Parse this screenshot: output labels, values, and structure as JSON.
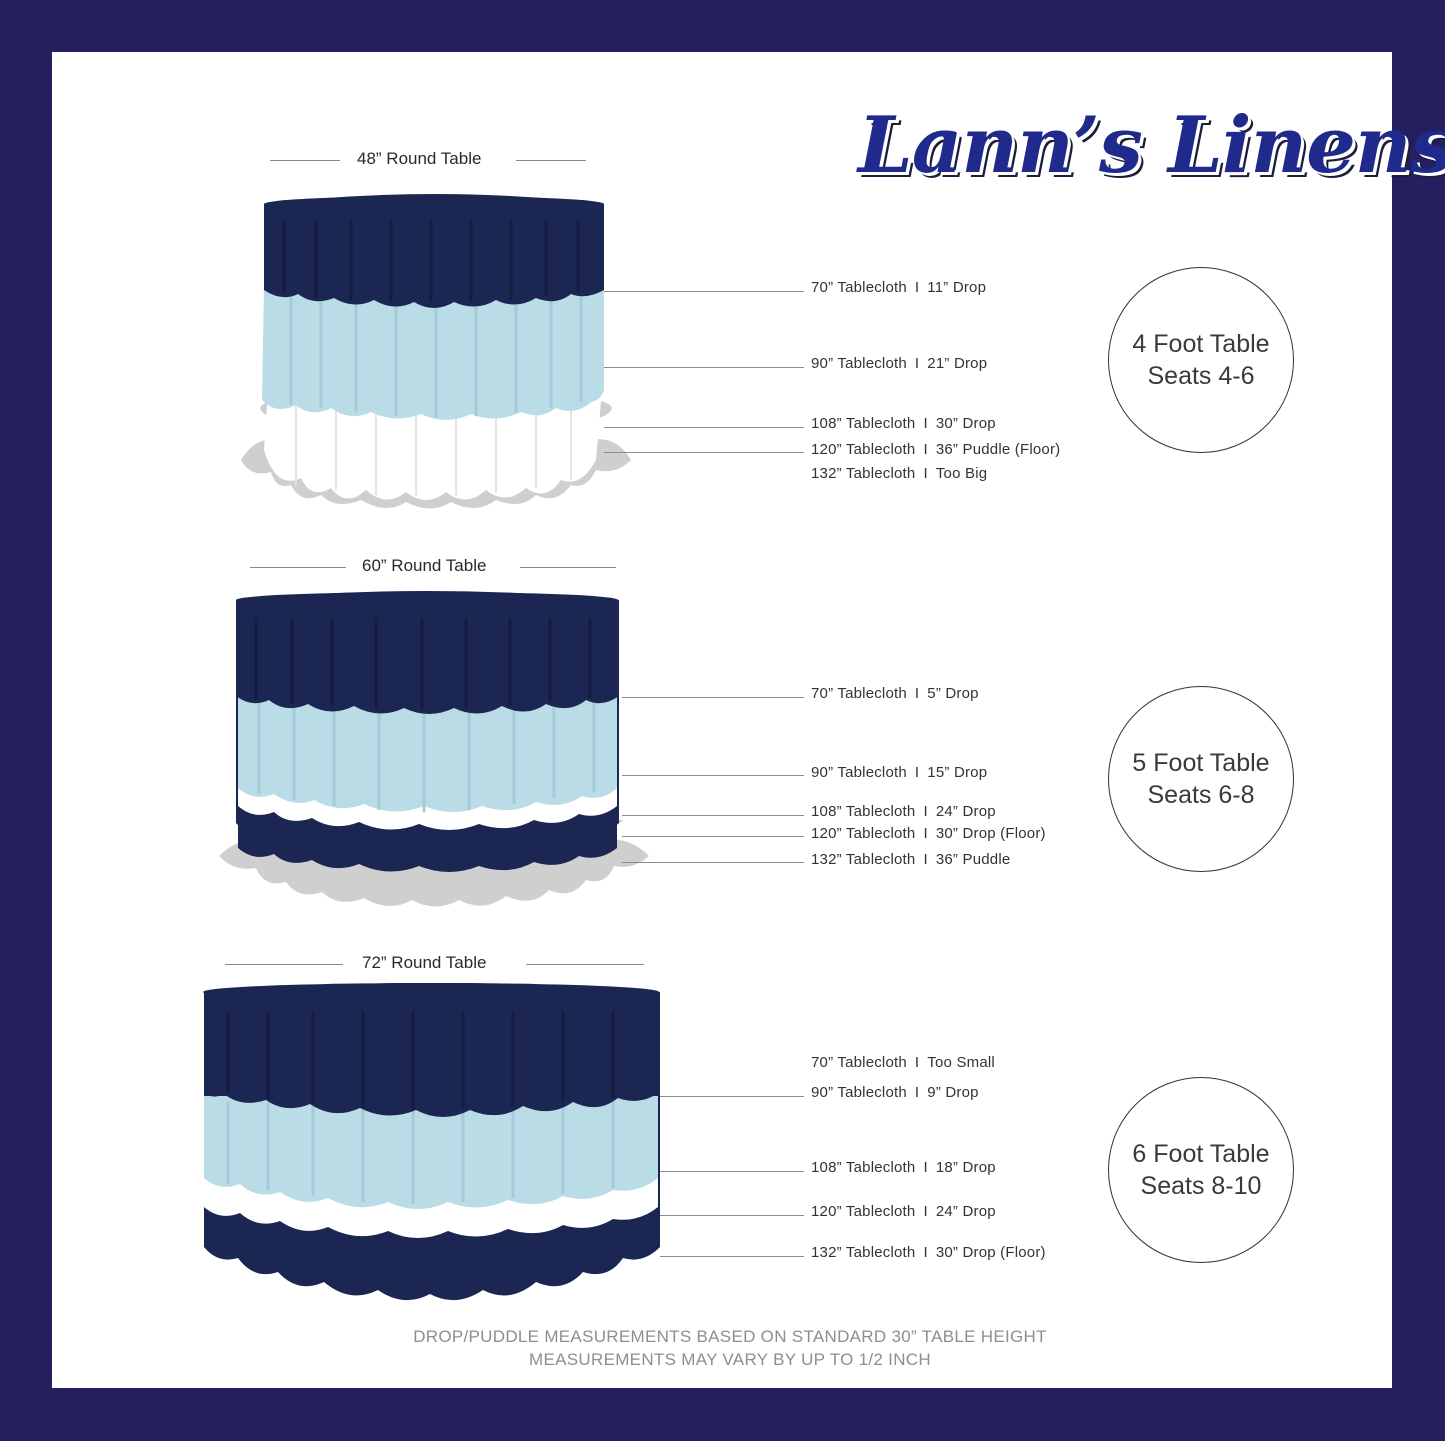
{
  "brand": {
    "name": "Lann’s Linens"
  },
  "colors": {
    "navy": "#1c2653",
    "light_blue": "#b9dce6",
    "white": "#ffffff",
    "puddle_gray": "#cfcfcf",
    "border": "#24205f"
  },
  "tables": [
    {
      "title": "48” Round Table",
      "badge": {
        "line1": "4 Foot Table",
        "line2": "Seats 4-6"
      },
      "options": [
        {
          "size": "70” Tablecloth",
          "fit": "11” Drop"
        },
        {
          "size": "90” Tablecloth",
          "fit": "21” Drop"
        },
        {
          "size": "108” Tablecloth",
          "fit": "30” Drop"
        },
        {
          "size": "120” Tablecloth",
          "fit": "36” Puddle  (Floor)"
        },
        {
          "size": "132” Tablecloth",
          "fit": "Too Big"
        }
      ]
    },
    {
      "title": "60” Round Table",
      "badge": {
        "line1": "5 Foot Table",
        "line2": "Seats 6-8"
      },
      "options": [
        {
          "size": "70” Tablecloth",
          "fit": "5” Drop"
        },
        {
          "size": "90” Tablecloth",
          "fit": "15” Drop"
        },
        {
          "size": "108” Tablecloth",
          "fit": "24” Drop"
        },
        {
          "size": "120” Tablecloth",
          "fit": "30” Drop  (Floor)"
        },
        {
          "size": "132” Tablecloth",
          "fit": "36” Puddle"
        }
      ]
    },
    {
      "title": "72” Round Table",
      "badge": {
        "line1": "6 Foot Table",
        "line2": "Seats 8-10"
      },
      "options": [
        {
          "size": "70” Tablecloth",
          "fit": "Too Small"
        },
        {
          "size": "90” Tablecloth",
          "fit": "9” Drop"
        },
        {
          "size": "108” Tablecloth",
          "fit": "18” Drop"
        },
        {
          "size": "120” Tablecloth",
          "fit": "24” Drop"
        },
        {
          "size": "132” Tablecloth",
          "fit": "30” Drop (Floor)"
        }
      ]
    }
  ],
  "footer": {
    "line1": "DROP/PUDDLE MEASUREMENTS BASED ON STANDARD 30” TABLE HEIGHT",
    "line2": "MEASUREMENTS MAY VARY BY UP TO 1/2 INCH"
  }
}
